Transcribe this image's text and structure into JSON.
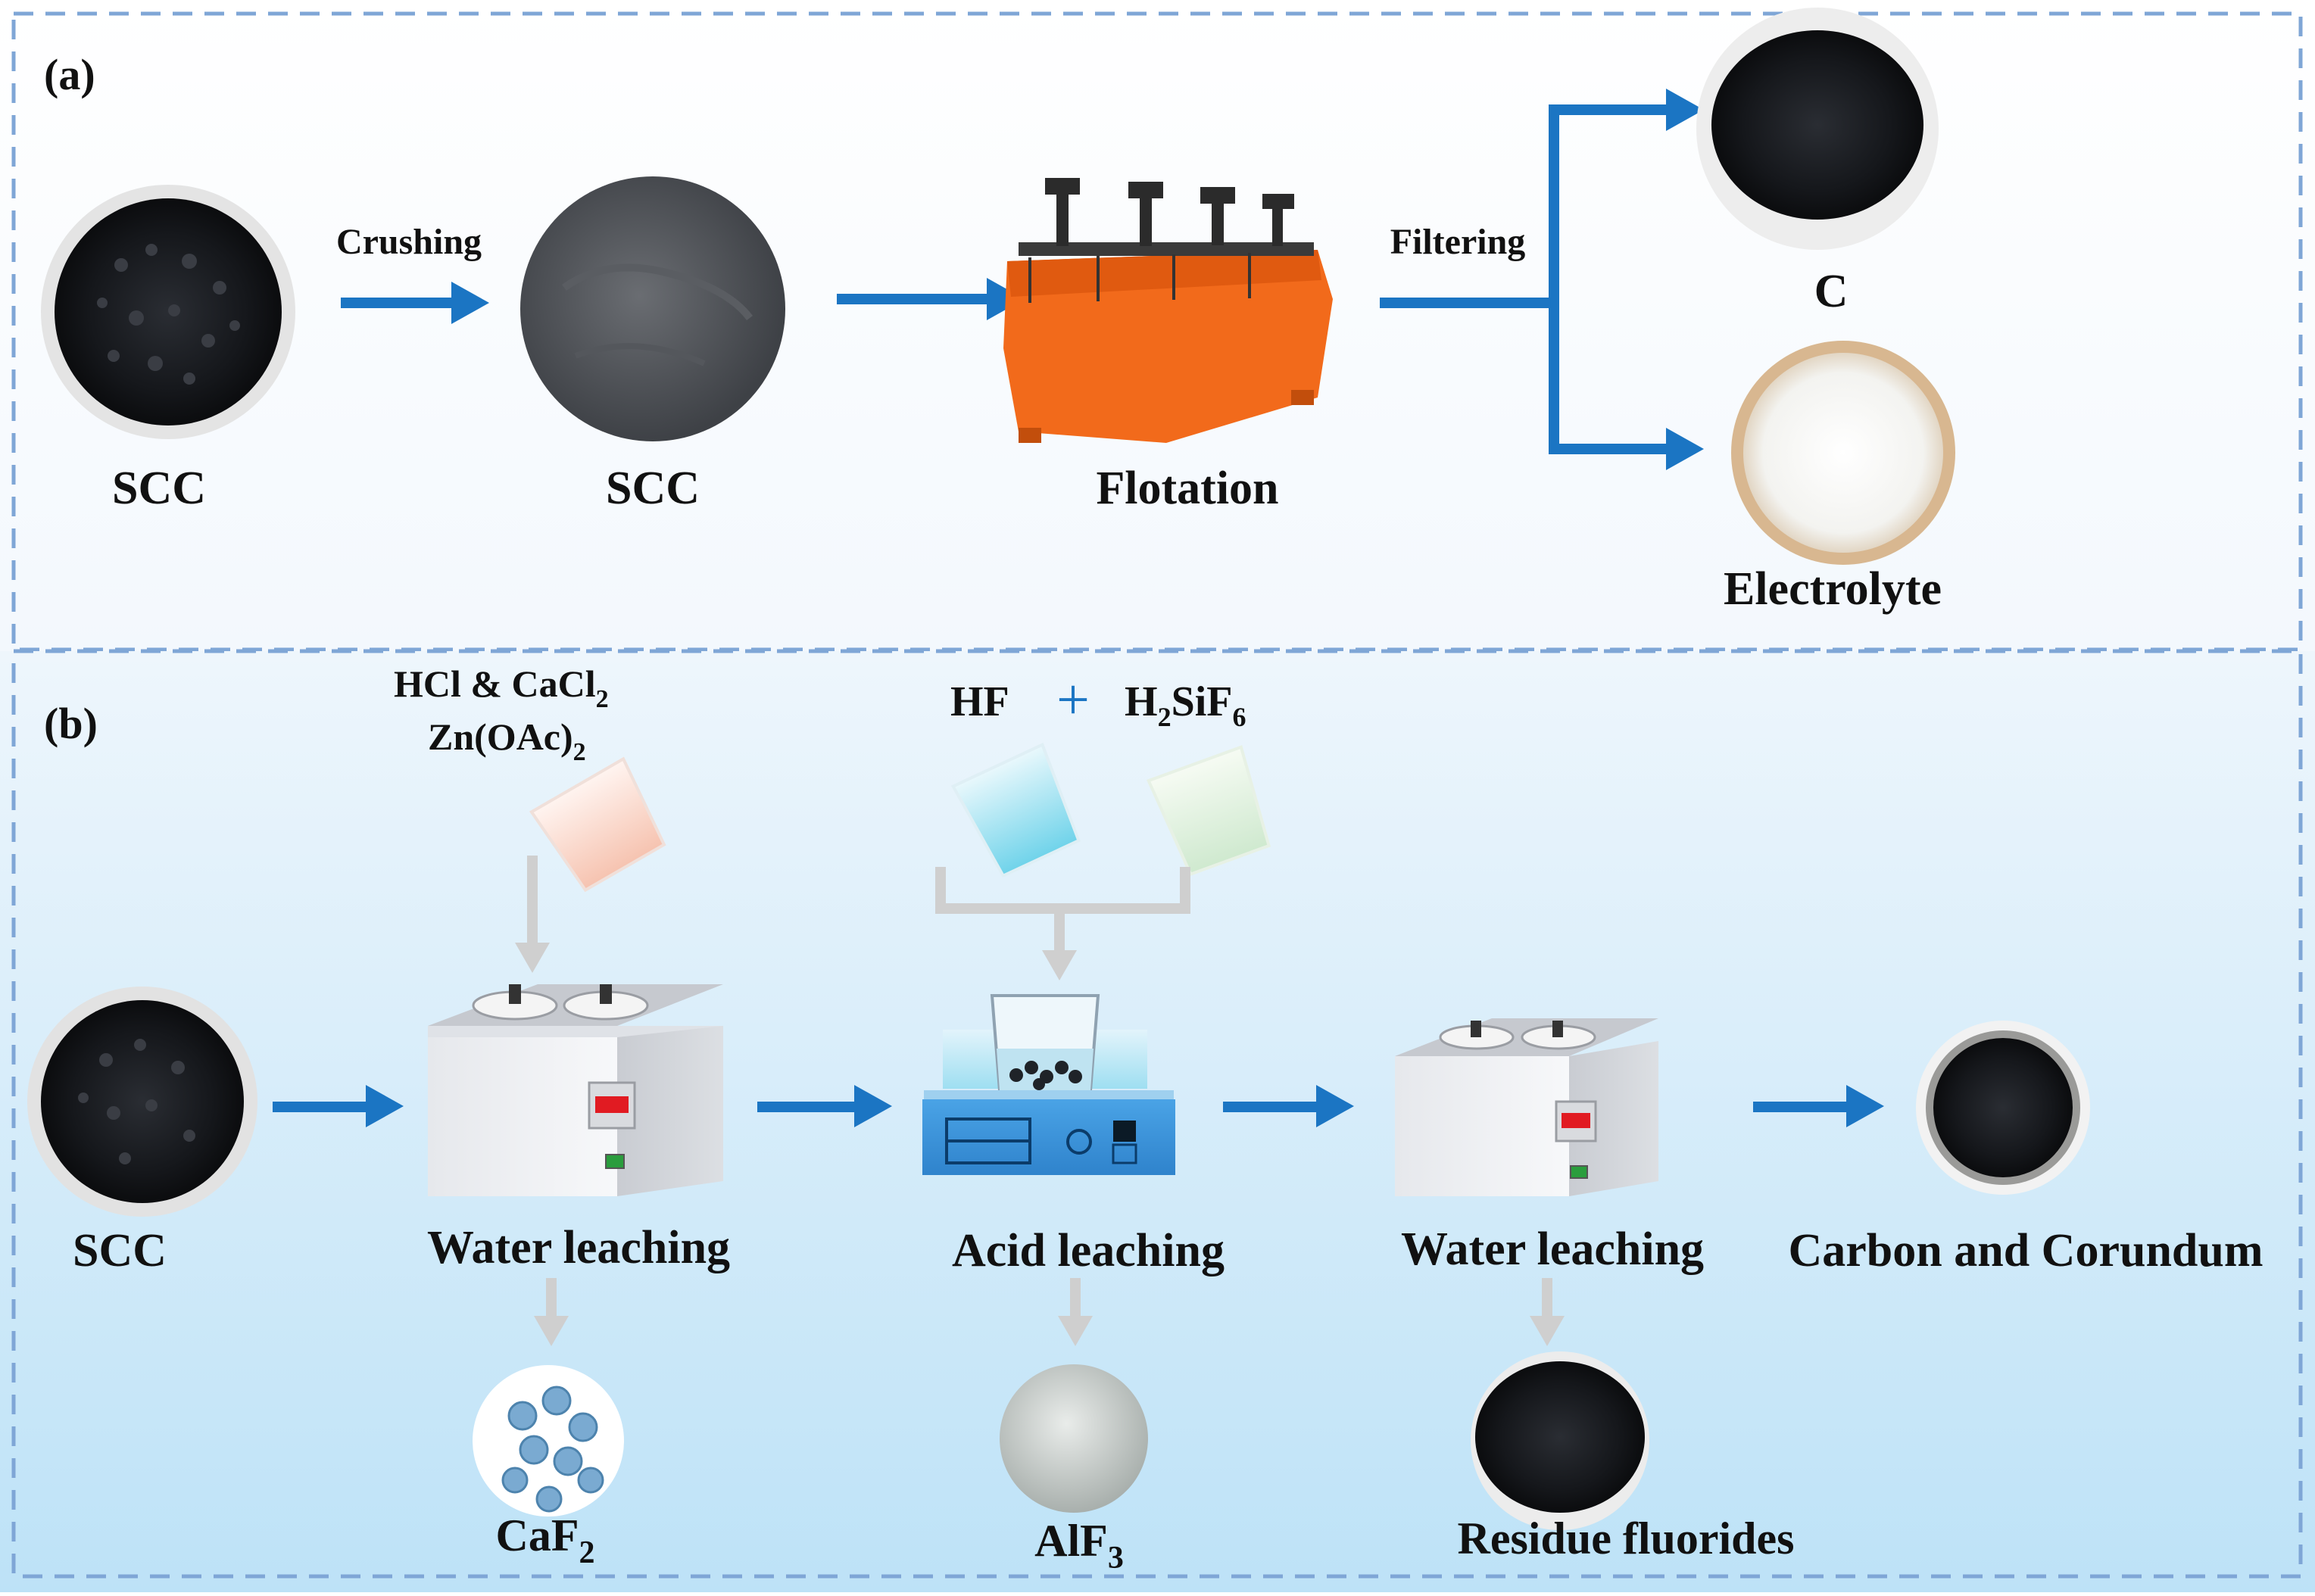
{
  "panel_a": {
    "label": "(a)",
    "scc_raw_label": "SCC",
    "crushing_label": "Crushing",
    "scc_crushed_label": "SCC",
    "flotation_label": "Flotation",
    "filtering_label": "Filtering",
    "carbon_label": "C",
    "electrolyte_label": "Electrolyte"
  },
  "panel_b": {
    "label": "(b)",
    "reagent1_line1": "HCl & CaCl",
    "reagent1_line1_sub": "2",
    "reagent1_line2": "Zn(OAc)",
    "reagent1_line2_sub": "2",
    "reagent2_hf": "HF",
    "reagent2_plus": "+",
    "reagent2_h2sif6_a": "H",
    "reagent2_h2sif6_sub1": "2",
    "reagent2_h2sif6_b": "SiF",
    "reagent2_h2sif6_sub2": "6",
    "scc_label": "SCC",
    "water_leaching_1": "Water leaching",
    "acid_leaching": "Acid leaching",
    "water_leaching_2": "Water leaching",
    "product_label": "Carbon and Corundum",
    "caf2_main": "CaF",
    "caf2_sub": "2",
    "alf3_main": "AlF",
    "alf3_sub": "3",
    "residue_label": "Residue fluorides"
  },
  "colors": {
    "arrow_blue": "#1b75c3",
    "gray_arrow": "#cfcfcf",
    "border_dash": "#7fa6d6",
    "flotation_orange": "#f26a1b"
  }
}
